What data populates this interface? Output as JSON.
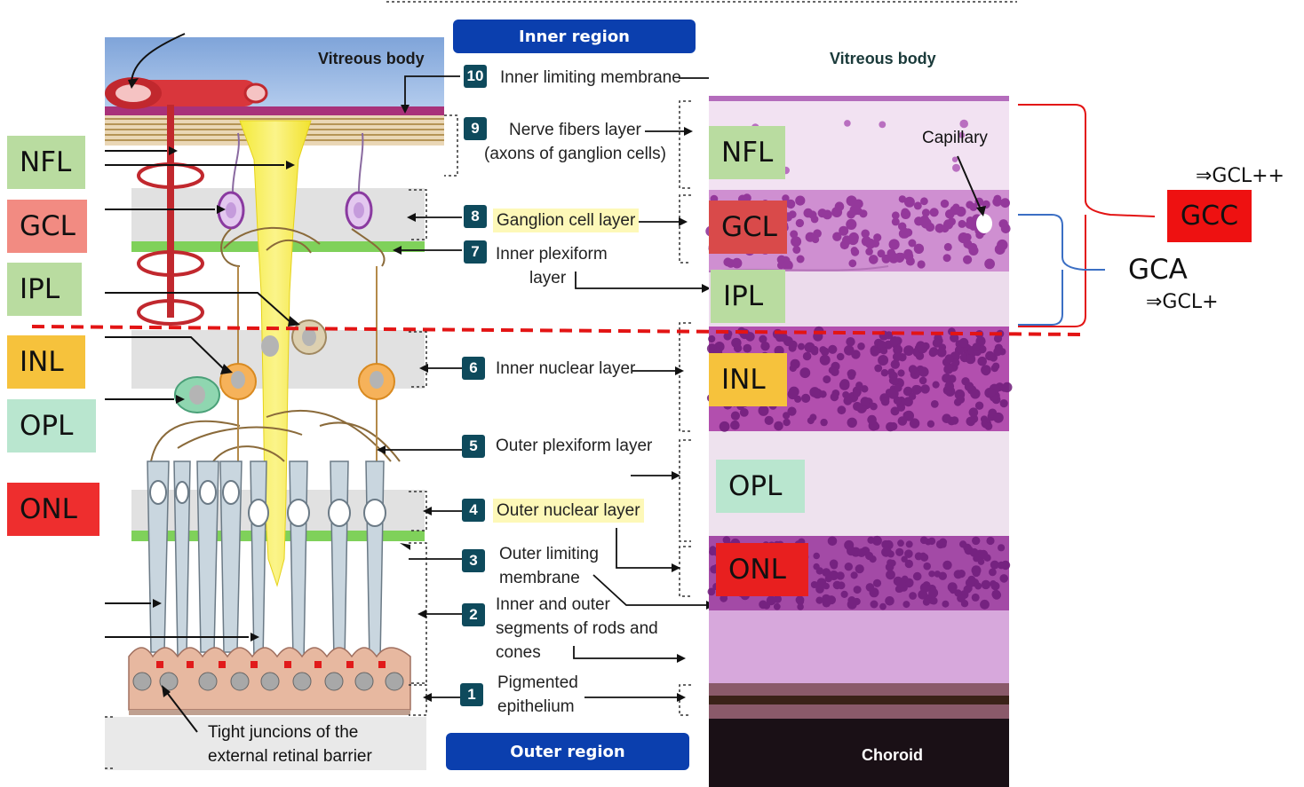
{
  "colors": {
    "nfl": "#b9dca0",
    "gcl": "#f28b82",
    "ipl": "#b9dca0",
    "inl": "#f6c23c",
    "opl": "#b9e6cf",
    "onl": "#ee2e2e",
    "gcc": "#ee1111",
    "pill": "#0b3fae",
    "divider": "#e31414",
    "gcc_bracket": "#e31414",
    "gca_bracket": "#3b6fc4"
  },
  "left_tags": [
    {
      "key": "nfl",
      "label": "NFL"
    },
    {
      "key": "gcl",
      "label": "GCL"
    },
    {
      "key": "ipl",
      "label": "IPL"
    },
    {
      "key": "inl",
      "label": "INL"
    },
    {
      "key": "opl",
      "label": "OPL"
    },
    {
      "key": "onl",
      "label": "ONL"
    }
  ],
  "micro_tags": [
    {
      "key": "nfl",
      "label": "NFL"
    },
    {
      "key": "gcl",
      "label": "GCL"
    },
    {
      "key": "ipl",
      "label": "IPL"
    },
    {
      "key": "inl",
      "label": "INL"
    },
    {
      "key": "opl",
      "label": "OPL"
    },
    {
      "key": "onl",
      "label": "ONL"
    }
  ],
  "regions": {
    "inner": "Inner region",
    "outer": "Outer region"
  },
  "vitreous_left": "Vitreous body",
  "vitreous_right": "Vitreous body",
  "capillary": "Capillary",
  "choroid": "Choroid",
  "tight_junctions": [
    "Tight juncions of the",
    "external retinal barrier"
  ],
  "layers": [
    {
      "n": "10",
      "lines": [
        "Inner limiting membrane"
      ],
      "highlight": false
    },
    {
      "n": "9",
      "lines": [
        "Nerve fibers layer",
        "(axons of ganglion cells)"
      ],
      "highlight": false
    },
    {
      "n": "8",
      "lines": [
        "Ganglion cell layer"
      ],
      "highlight": true
    },
    {
      "n": "7",
      "lines": [
        "Inner plexiform",
        "layer"
      ],
      "highlight": false
    },
    {
      "n": "6",
      "lines": [
        "Inner nuclear layer"
      ],
      "highlight": false
    },
    {
      "n": "5",
      "lines": [
        "Outer plexiform layer"
      ],
      "highlight": false
    },
    {
      "n": "4",
      "lines": [
        "Outer nuclear layer"
      ],
      "highlight": true
    },
    {
      "n": "3",
      "lines": [
        "Outer limiting",
        "membrane"
      ],
      "highlight": false
    },
    {
      "n": "2",
      "lines": [
        "Inner and outer",
        "segments of rods and",
        "cones"
      ],
      "highlight": false
    },
    {
      "n": "1",
      "lines": [
        "Pigmented",
        "epithelium"
      ],
      "highlight": false
    }
  ],
  "annotations": {
    "gcc": "GCC",
    "gcc_note": "⇒GCL++",
    "gca": "GCA",
    "gca_note": "⇒GCL+"
  }
}
